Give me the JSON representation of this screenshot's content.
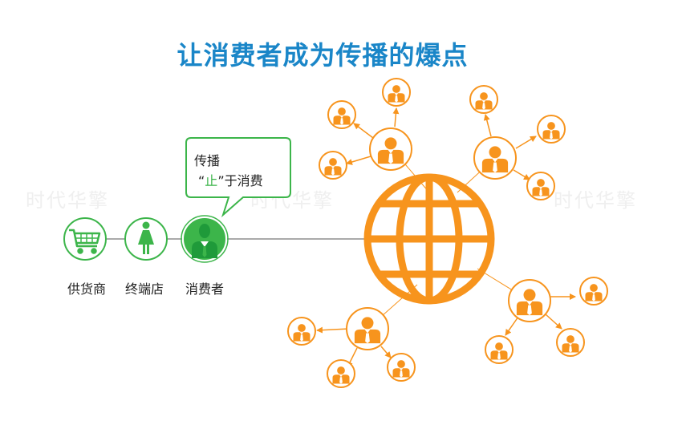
{
  "title": "让消费者成为传播的爆点",
  "watermark": "时代华擎",
  "chain": {
    "supplier_label": "供货商",
    "store_label": "终端店",
    "consumer_label": "消费者"
  },
  "bubble": {
    "line1": "传播",
    "open_quote": "“",
    "highlight": "止",
    "close_quote": "”",
    "rest": "于消费"
  },
  "colors": {
    "title": "#1a86c8",
    "green": "#3cb54a",
    "orange": "#f7941d",
    "line": "#555555"
  }
}
